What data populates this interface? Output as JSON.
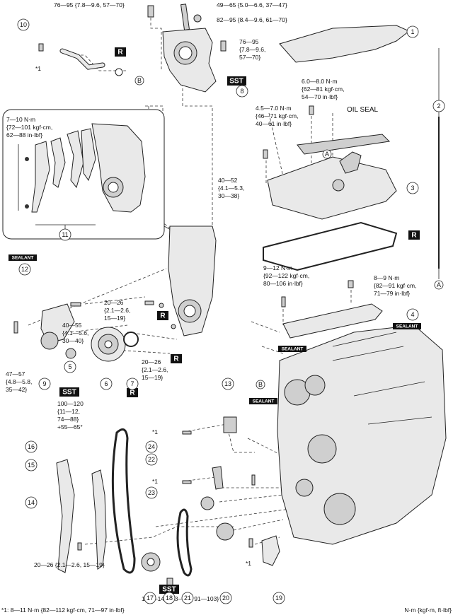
{
  "torques": {
    "t_76_95_top": "76—95 {7.8—9.6, 57—70}",
    "t_49_65": "49—65 {5.0—6.6, 37—47}",
    "t_82_95": "82—95 {8.4—9.6, 61—70}",
    "t_76_95_r1": "76—95",
    "t_76_95_r2": "{7.8—9.6,",
    "t_76_95_r3": "57—70}",
    "t_6_8_1": "6.0—8.0 N·m",
    "t_6_8_2": "{62—81 kgf·cm,",
    "t_6_8_3": "54—70 in·lbf}",
    "oil_seal": "OIL SEAL",
    "t_45_70_1": "4.5—7.0 N·m",
    "t_45_70_2": "{46—71 kgf·cm,",
    "t_45_70_3": "40—61 in·lbf}",
    "t_7_10_1": "7—10 N·m",
    "t_7_10_2": "{72—101 kgf·cm,",
    "t_7_10_3": "62—88 in·lbf}",
    "t_40_52_1": "40—52",
    "t_40_52_2": "{4.1—5.3,",
    "t_40_52_3": "30—38}",
    "t_9_12_1": "9—12 N·m",
    "t_9_12_2": "{92—122 kgf·cm,",
    "t_9_12_3": "80—106 in·lbf}",
    "t_8_9_1": "8—9 N·m",
    "t_8_9_2": "{82—91 kgf·cm,",
    "t_8_9_3": "71—79 in·lbf}",
    "t_20_26a_1": "20—26",
    "t_20_26a_2": "{2.1—2.6,",
    "t_20_26a_3": "15—19}",
    "t_40_55_1": "40—55",
    "t_40_55_2": "{4.1—5.6,",
    "t_40_55_3": "30—40}",
    "t_20_26b_1": "20—26",
    "t_20_26b_2": "{2.1—2.6,",
    "t_20_26b_3": "15—19}",
    "t_47_57_1": "47—57",
    "t_47_57_2": "{4.8—5.8,",
    "t_47_57_3": "35—42}",
    "t_100_120_1": "100—120",
    "t_100_120_2": "{11—12,",
    "t_100_120_3": "74—88}",
    "t_100_120_4": "+55—65°",
    "t_20_26c": "20—26 {2.1—2.6, 15—19}",
    "t_123_140": "123—140 {13—14, 91—103}"
  },
  "markers": {
    "star1": "*1",
    "letter_a": "A",
    "letter_b": "B"
  },
  "badges": {
    "r": "R",
    "sst": "SST",
    "sealant": "SEALANT"
  },
  "callouts": [
    "1",
    "2",
    "3",
    "4",
    "5",
    "6",
    "7",
    "8",
    "9",
    "10",
    "11",
    "12",
    "13",
    "14",
    "15",
    "16",
    "17",
    "18",
    "19",
    "20",
    "21",
    "22",
    "23",
    "24"
  ],
  "footer": {
    "note": "*1: 8—11 N·m {82—112 kgf·cm, 71—97 in·lbf}",
    "units": "N·m {kgf·m, ft·lbf}"
  }
}
